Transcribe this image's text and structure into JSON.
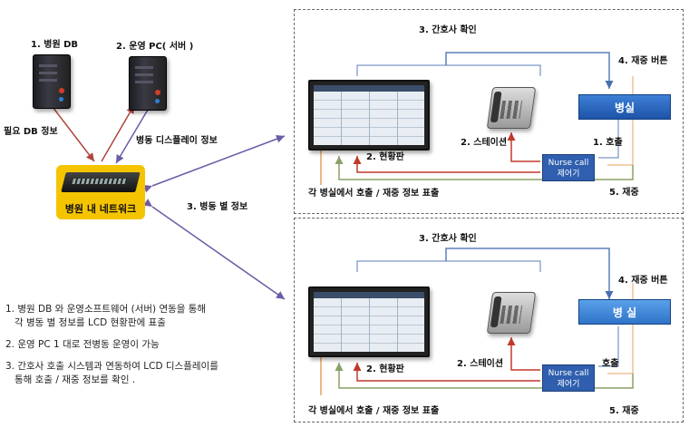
{
  "left": {
    "db_label": "1. 병원 DB",
    "pc_label": "2. 운영 PC( 서버 )",
    "db_info_label": "필요 DB 정보",
    "ward_display_label": "병동 디스플레이 정보",
    "network_label": "병원 내 네트워크",
    "ward_info_label": "3. 병동 별  정보"
  },
  "panel_top": {
    "nurse_confirm": "3. 간호사 확인",
    "redial_button": "4. 재중 버튼",
    "room": "병실",
    "call": "1. 호출",
    "station": "2. 스테이션",
    "board": "2. 현황판",
    "nurse_call": "Nurse call\n제어기",
    "redial": "5. 재중",
    "display_caption": "각 병실에서 호출 / 재중 정보 표출"
  },
  "panel_bottom": {
    "nurse_confirm": "3. 간호사 확인",
    "redial_button": "4. 재중 버튼",
    "room": "병 실",
    "call": "호출",
    "station": "2. 스테이션",
    "board": "2. 현황판",
    "nurse_call": "Nurse call\n제어기",
    "redial": "5. 재중",
    "display_caption": "각 병실에서 호출 / 재중 정보 표출"
  },
  "notes": [
    "1. 병원 DB 와 운영소프트웨어 (서버) 연동을 통해\n   각 병동 별 정보를 LCD 현황판에 표출",
    "2. 운영 PC 1 대로 전병동 운영이 가능",
    "3. 간호사 호출 시스템과 연동하여 LCD 디스플레이를\n   통해 호출 / 재중 정보를 확인 ."
  ],
  "colors": {
    "arrow_red": "#b0453c",
    "arrow_purple": "#6b5ba8",
    "line_blue": "#5b7fb8",
    "line_orange": "#e8a060",
    "line_green": "#8aa068",
    "network_bg": "#f5c400"
  }
}
